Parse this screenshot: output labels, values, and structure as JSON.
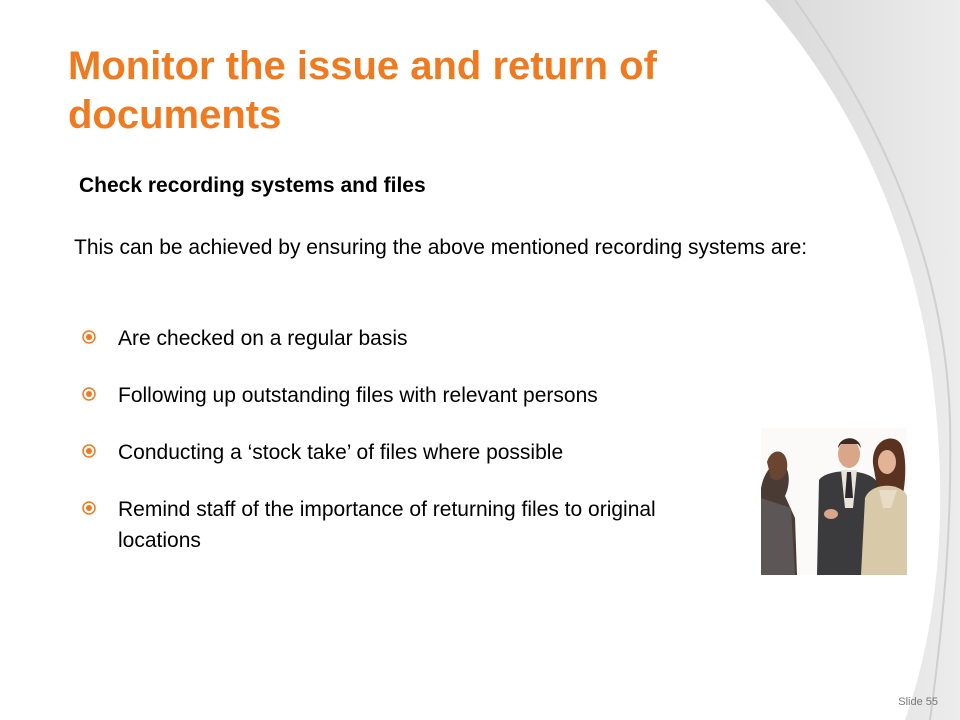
{
  "slide": {
    "title": "Monitor the issue and return of documents",
    "subheading": "Check recording systems and files",
    "intro": "This can be achieved by ensuring the above mentioned recording systems are:",
    "bullets": [
      "Are checked on a regular basis",
      "Following up outstanding files with relevant persons",
      "Conducting a ‘stock take’ of files where possible",
      "Remind staff of the importance of returning files to original locations"
    ],
    "slide_number": "Slide 55"
  },
  "colors": {
    "accent": "#f07a1f",
    "bullet": "#f07a1f",
    "body_text": "#000000",
    "background_shape": "#e6e6e6"
  },
  "icons": {
    "bullet": "circled-dot-icon"
  }
}
